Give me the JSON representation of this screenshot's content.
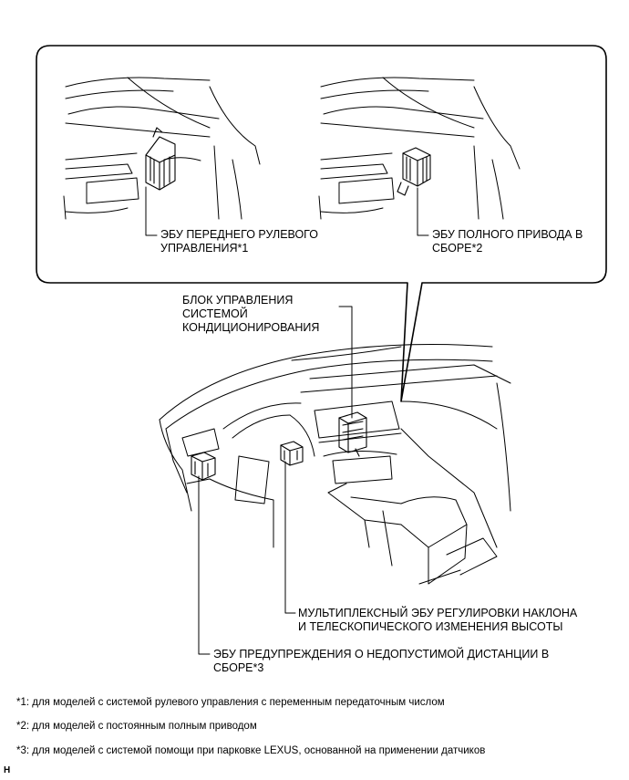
{
  "labels": {
    "front_steering_ecu": "ЭБУ ПЕРЕДНЕГО РУЛЕВОГО\nУПРАВЛЕНИЯ*1",
    "awd_ecu": "ЭБУ ПОЛНОГО ПРИВОДА В\nСБОРЕ*2",
    "ac_control": "БЛОК УПРАВЛЕНИЯ\nСИСТЕМОЙ\nКОНДИЦИОНИРОВАНИЯ",
    "tilt_telescopic_ecu": "МУЛЬТИПЛЕКСНЫЙ ЭБУ РЕГУЛИРОВКИ НАКЛОНА\nИ ТЕЛЕСКОПИЧЕСКОГО ИЗМЕНЕНИЯ ВЫСОТЫ",
    "clearance_warning_ecu": "ЭБУ ПРЕДУПРЕЖДЕНИЯ О НЕДОПУСТИМОЙ ДИСТАНЦИИ В\nСБОРЕ*3"
  },
  "notes": [
    "*1: для моделей с системой рулевого управления с переменным передаточным числом",
    "*2: для моделей с постоянным полным приводом",
    "*3: для моделей с системой помощи при парковке LEXUS, основанной на применении датчиков"
  ],
  "corner_mark": "H"
}
